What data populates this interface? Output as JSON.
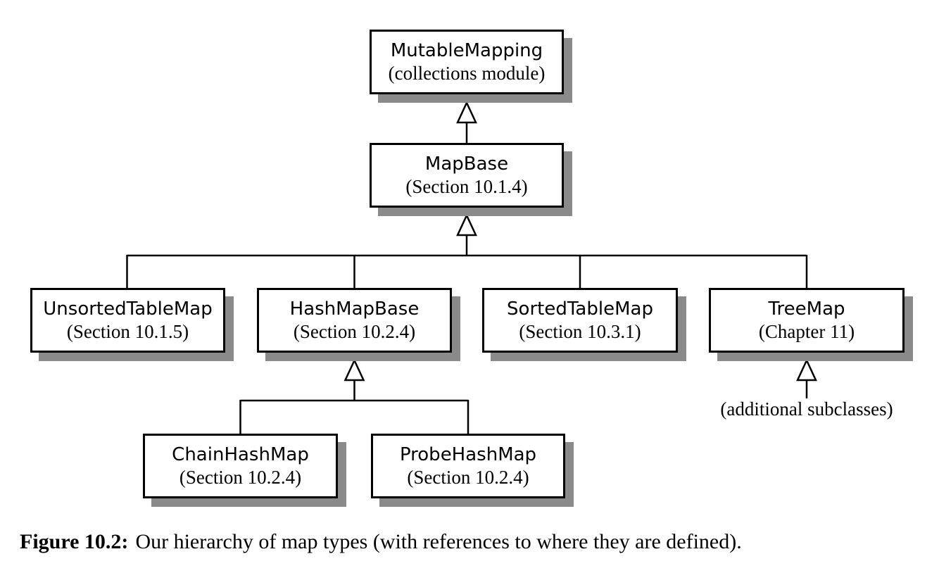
{
  "diagram": {
    "nodes": {
      "mutable_mapping": {
        "title": "MutableMapping",
        "subtitle": "(collections module)"
      },
      "map_base": {
        "title": "MapBase",
        "subtitle": "(Section 10.1.4)"
      },
      "unsorted_table_map": {
        "title": "UnsortedTableMap",
        "subtitle": "(Section 10.1.5)"
      },
      "hash_map_base": {
        "title": "HashMapBase",
        "subtitle": "(Section 10.2.4)"
      },
      "sorted_table_map": {
        "title": "SortedTableMap",
        "subtitle": "(Section 10.3.1)"
      },
      "tree_map": {
        "title": "TreeMap",
        "subtitle": "(Chapter 11)"
      },
      "chain_hash_map": {
        "title": "ChainHashMap",
        "subtitle": "(Section 10.2.4)"
      },
      "probe_hash_map": {
        "title": "ProbeHashMap",
        "subtitle": "(Section 10.2.4)"
      }
    },
    "annotation": "(additional subclasses)",
    "colors": {
      "box_fill": "#ffffff",
      "line": "#000000",
      "shadow": "#8a8a8a"
    }
  },
  "caption": {
    "label": "Figure 10.2:",
    "text": "Our hierarchy of map types (with references to where they are defined)."
  }
}
